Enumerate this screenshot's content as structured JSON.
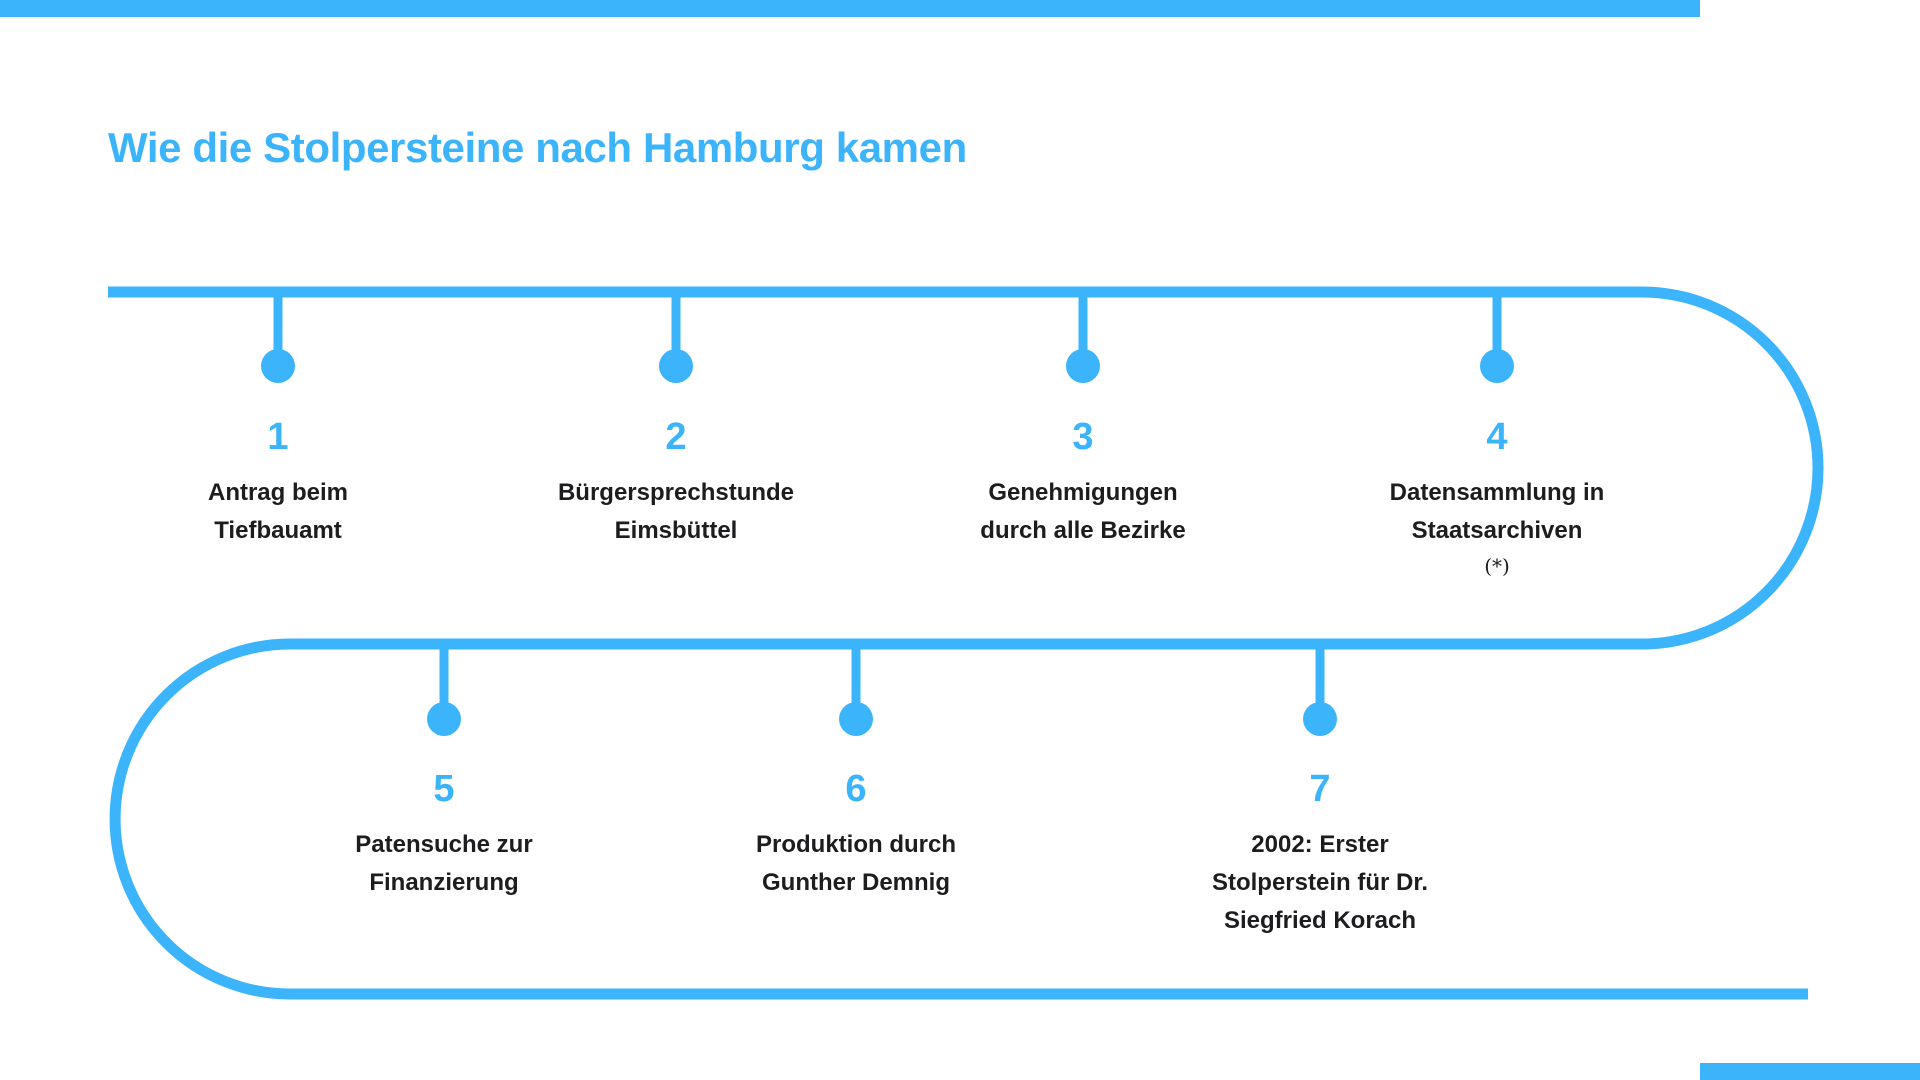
{
  "theme": {
    "accent_color": "#3BB4FC",
    "text_color": "#1d1d1f",
    "background": "#ffffff"
  },
  "header": {
    "title": "Wie die Stolpersteine nach Hamburg kamen"
  },
  "timeline": {
    "rows": [
      {
        "row": 1,
        "steps": [
          {
            "number": "1",
            "label": "Antrag beim\nTiefbauamt",
            "note": ""
          },
          {
            "number": "2",
            "label": "Bürgersprechstunde\nEimsbüttel",
            "note": ""
          },
          {
            "number": "3",
            "label": "Genehmigungen\ndurch alle Bezirke",
            "note": ""
          },
          {
            "number": "4",
            "label": "Datensammlung in\nStaatsarchiven",
            "note": "(*)"
          }
        ]
      },
      {
        "row": 2,
        "steps": [
          {
            "number": "5",
            "label": "Patensuche zur\nFinanzierung",
            "note": ""
          },
          {
            "number": "6",
            "label": "Produktion durch\nGunther Demnig",
            "note": ""
          },
          {
            "number": "7",
            "label": "2002: Erster\nStolperstein für Dr.\nSiegfried Korach",
            "note": ""
          }
        ]
      }
    ]
  }
}
